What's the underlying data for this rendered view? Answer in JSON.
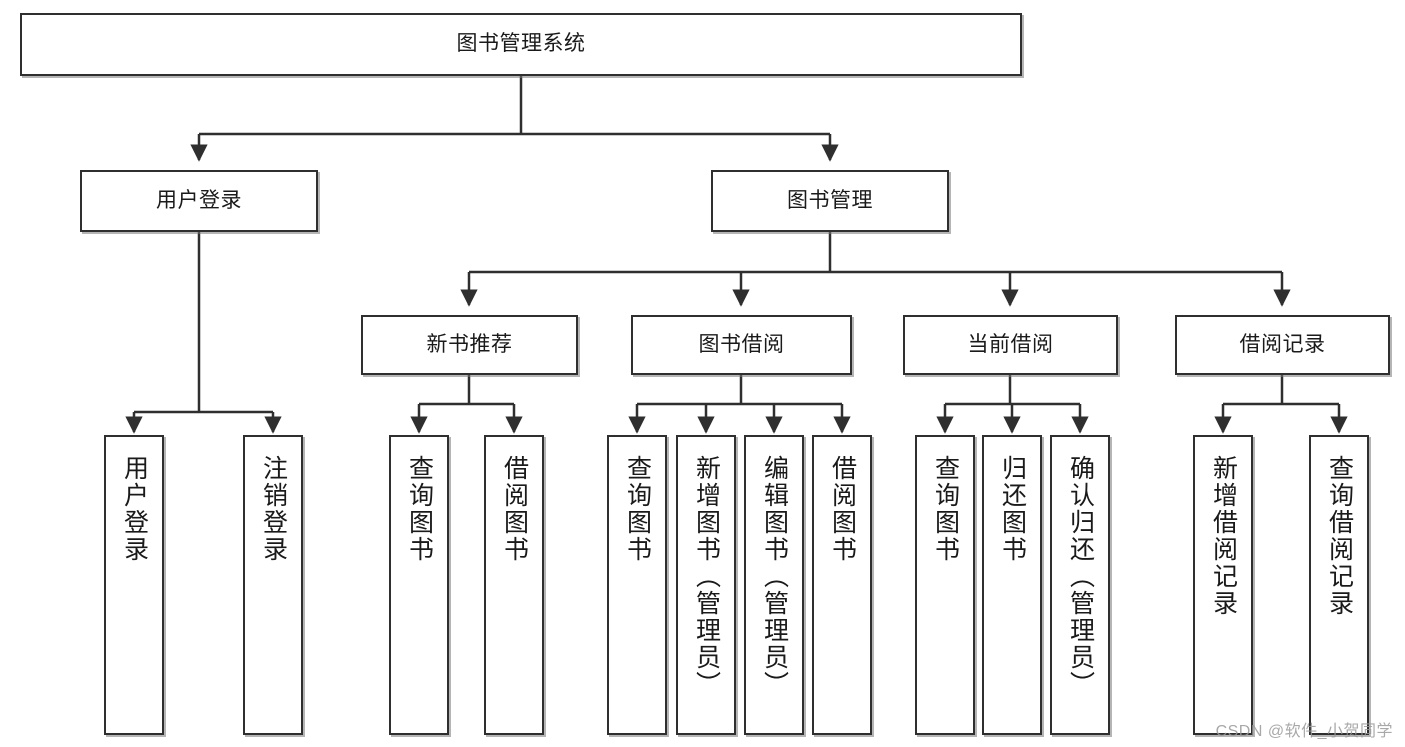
{
  "diagram": {
    "type": "tree",
    "title": "图书管理系统",
    "watermark": "CSDN @软件_小贺同学",
    "colors": {
      "box_border": "#2f2f2f",
      "box_fill": "#ffffff",
      "edge": "#2f2f2f",
      "watermark": "#9a9a9a",
      "background": "#ffffff"
    },
    "nodes": {
      "root": {
        "label": "图书管理系统",
        "level": 1
      },
      "user_login": {
        "label": "用户登录",
        "level": 2
      },
      "book_manage": {
        "label": "图书管理",
        "level": 2
      },
      "new_book_rec": {
        "label": "新书推荐",
        "level": 3
      },
      "book_borrow": {
        "label": "图书借阅",
        "level": 3
      },
      "current_borrow": {
        "label": "当前借阅",
        "level": 3
      },
      "borrow_record": {
        "label": "借阅记录",
        "level": 3
      },
      "leaf_user_login": {
        "label": "用户登录",
        "level": 4
      },
      "leaf_logout": {
        "label": "注销登录",
        "level": 4
      },
      "leaf_query_book_1": {
        "label": "查询图书",
        "level": 4
      },
      "leaf_borrow_book_1": {
        "label": "借阅图书",
        "level": 4
      },
      "leaf_query_book_2": {
        "label": "查询图书",
        "level": 4
      },
      "leaf_add_book": {
        "label": "新增图书（管理员）",
        "level": 4
      },
      "leaf_edit_book": {
        "label": "编辑图书（管理员）",
        "level": 4
      },
      "leaf_borrow_book_2": {
        "label": "借阅图书",
        "level": 4
      },
      "leaf_query_book_3": {
        "label": "查询图书",
        "level": 4
      },
      "leaf_return_book": {
        "label": "归还图书",
        "level": 4
      },
      "leaf_confirm_return": {
        "label": "确认归还（管理员）",
        "level": 4
      },
      "leaf_add_record": {
        "label": "新增借阅记录",
        "level": 4
      },
      "leaf_query_record": {
        "label": "查询借阅记录",
        "level": 4
      }
    },
    "edges": [
      {
        "from": "root",
        "to": "user_login"
      },
      {
        "from": "root",
        "to": "book_manage"
      },
      {
        "from": "user_login",
        "to": "leaf_user_login"
      },
      {
        "from": "user_login",
        "to": "leaf_logout"
      },
      {
        "from": "book_manage",
        "to": "new_book_rec"
      },
      {
        "from": "book_manage",
        "to": "book_borrow"
      },
      {
        "from": "book_manage",
        "to": "current_borrow"
      },
      {
        "from": "book_manage",
        "to": "borrow_record"
      },
      {
        "from": "new_book_rec",
        "to": "leaf_query_book_1"
      },
      {
        "from": "new_book_rec",
        "to": "leaf_borrow_book_1"
      },
      {
        "from": "book_borrow",
        "to": "leaf_query_book_2"
      },
      {
        "from": "book_borrow",
        "to": "leaf_add_book"
      },
      {
        "from": "book_borrow",
        "to": "leaf_edit_book"
      },
      {
        "from": "book_borrow",
        "to": "leaf_borrow_book_2"
      },
      {
        "from": "current_borrow",
        "to": "leaf_query_book_3"
      },
      {
        "from": "current_borrow",
        "to": "leaf_return_book"
      },
      {
        "from": "current_borrow",
        "to": "leaf_confirm_return"
      },
      {
        "from": "borrow_record",
        "to": "leaf_add_record"
      },
      {
        "from": "borrow_record",
        "to": "leaf_query_record"
      }
    ]
  }
}
